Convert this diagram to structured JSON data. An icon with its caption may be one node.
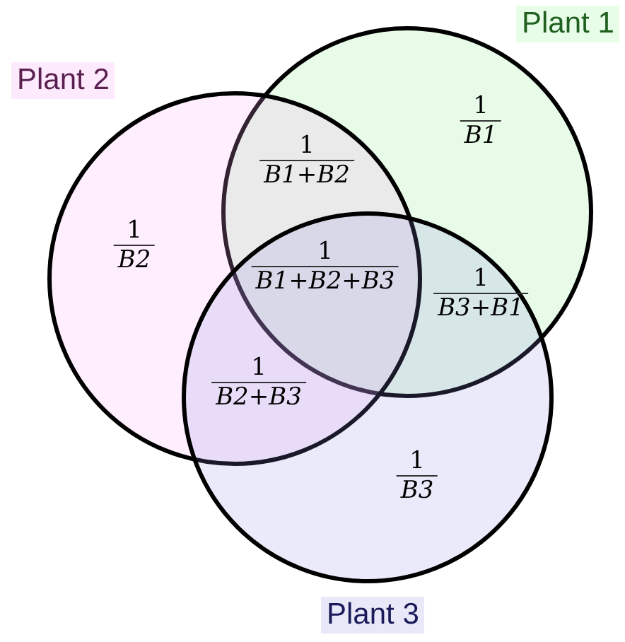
{
  "diagram": {
    "nodes": [
      {
        "text": [
          "Plant 1",
          "1",
          "B1"
        ]
      },
      {
        "text": [
          "Plant 2",
          "1",
          "B2"
        ]
      },
      {
        "text": [
          "1",
          "B3",
          "Plant 3"
        ]
      }
    ],
    "labels": [
      "1",
      "B1+B2",
      "1",
      "B1+B2+B3",
      "1",
      "B3+B1",
      "1",
      "B2+B3"
    ]
  }
}
